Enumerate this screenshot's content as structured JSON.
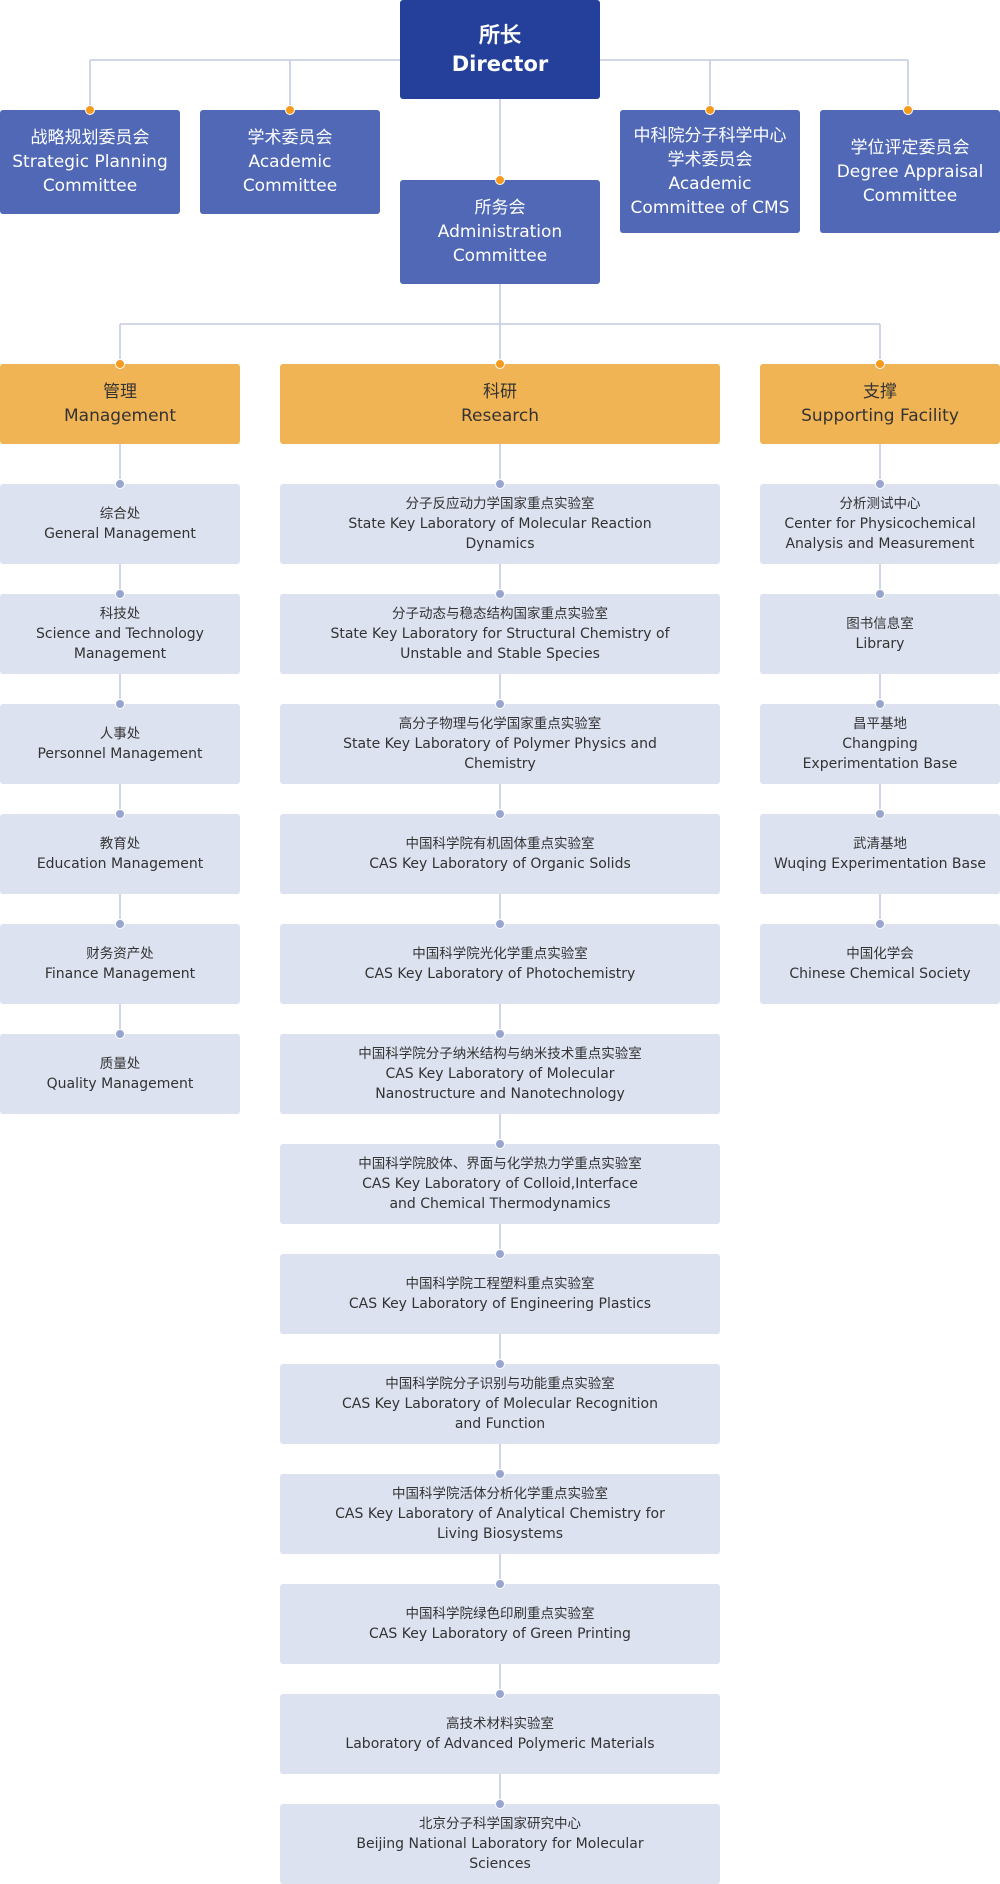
{
  "colors": {
    "director_bg": "#24409a",
    "committee_bg": "#5068b5",
    "category_bg": "#f1b455",
    "unit_bg": "#dde2f0",
    "connector_line": "#c3cbe3",
    "junction_dot_orange": "#f39a1f",
    "junction_dot_blue": "#98a6cf"
  },
  "director": {
    "zh": "所长",
    "en": "Director"
  },
  "committees": [
    {
      "zh": "战略规划委员会",
      "en": "Strategic Planning Committee"
    },
    {
      "zh": "学术委员会",
      "en": "Academic Committee"
    },
    {
      "zh": "所务会",
      "en": "Administration Committee"
    },
    {
      "zh": "中科院分子科学中心学术委员会",
      "en": "Academic Committee of CMS"
    },
    {
      "zh": "学位评定委员会",
      "en": "Degree Appraisal Committee"
    }
  ],
  "categories": [
    {
      "zh": "管理",
      "en": "Management",
      "units": [
        {
          "zh": "综合处",
          "en": "General Management"
        },
        {
          "zh": "科技处",
          "en": "Science and Technology Management"
        },
        {
          "zh": "人事处",
          "en": "Personnel Management"
        },
        {
          "zh": "教育处",
          "en": "Education Management"
        },
        {
          "zh": "财务资产处",
          "en": "Finance Management"
        },
        {
          "zh": "质量处",
          "en": "Quality Management"
        }
      ]
    },
    {
      "zh": "科研",
      "en": "Research",
      "units": [
        {
          "zh": "分子反应动力学国家重点实验室",
          "en": "State Key Laboratory of Molecular Reaction Dynamics"
        },
        {
          "zh": "分子动态与稳态结构国家重点实验室",
          "en": "State Key Laboratory for Structural Chemistry of Unstable and Stable Species"
        },
        {
          "zh": "高分子物理与化学国家重点实验室",
          "en": "State Key Laboratory of Polymer Physics and Chemistry"
        },
        {
          "zh": "中国科学院有机固体重点实验室",
          "en": "CAS Key Laboratory of Organic Solids"
        },
        {
          "zh": "中国科学院光化学重点实验室",
          "en": "CAS Key Laboratory of Photochemistry"
        },
        {
          "zh": "中国科学院分子纳米结构与纳米技术重点实验室",
          "en": "CAS Key Laboratory of Molecular Nanostructure and Nanotechnology"
        },
        {
          "zh": "中国科学院胶体、界面与化学热力学重点实验室",
          "en": "CAS Key Laboratory of Colloid,Interface and Chemical Thermodynamics"
        },
        {
          "zh": "中国科学院工程塑料重点实验室",
          "en": "CAS Key Laboratory of Engineering Plastics"
        },
        {
          "zh": "中国科学院分子识别与功能重点实验室",
          "en": "CAS Key Laboratory of Molecular Recognition and Function"
        },
        {
          "zh": "中国科学院活体分析化学重点实验室",
          "en": "CAS Key Laboratory of Analytical Chemistry for Living Biosystems"
        },
        {
          "zh": "中国科学院绿色印刷重点实验室",
          "en": "CAS Key Laboratory of Green Printing"
        },
        {
          "zh": "高技术材料实验室",
          "en": "Laboratory of Advanced Polymeric Materials"
        },
        {
          "zh": "北京分子科学国家研究中心",
          "en": "Beijing National Laboratory for Molecular Sciences"
        }
      ]
    },
    {
      "zh": "支撑",
      "en": "Supporting Facility",
      "units": [
        {
          "zh": "分析测试中心",
          "en": "Center for Physicochemical Analysis and Measurement"
        },
        {
          "zh": "图书信息室",
          "en": "Library"
        },
        {
          "zh": "昌平基地",
          "en": "Changping Experimentation Base"
        },
        {
          "zh": "武清基地",
          "en": "Wuqing Experimentation Base"
        },
        {
          "zh": "中国化学会",
          "en": "Chinese Chemical Society"
        }
      ]
    }
  ]
}
